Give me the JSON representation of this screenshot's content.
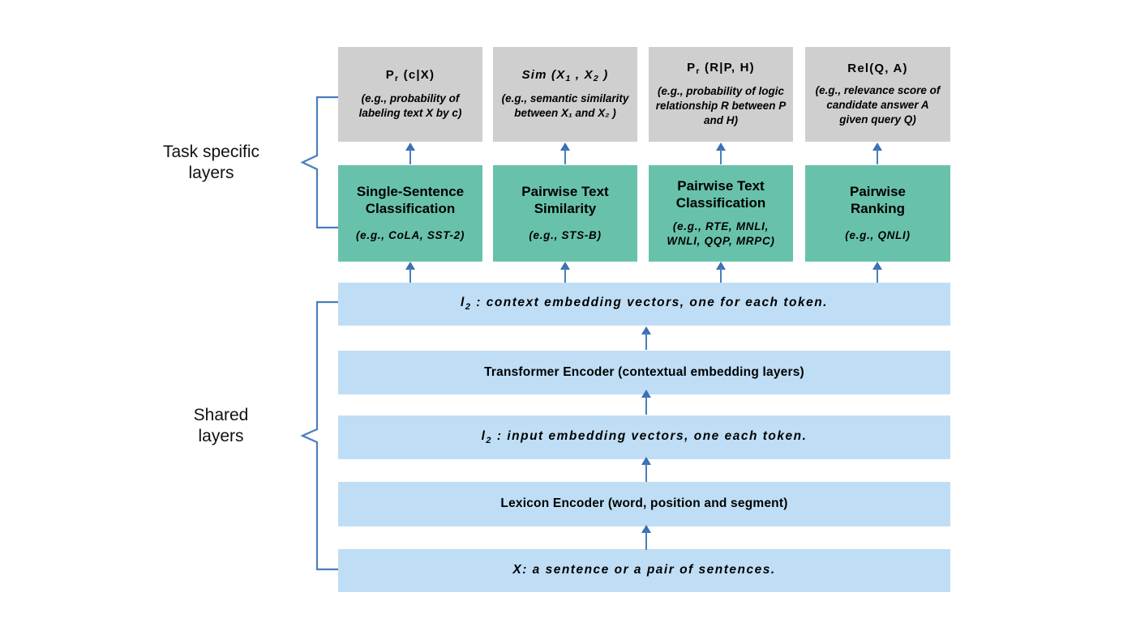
{
  "figure": {
    "title": "MT-DNN model architecture",
    "colors": {
      "output_box": "#cfcfcf",
      "task_box": "#68c2ab",
      "shared_box": "#bfdef5",
      "arrow": "#4a7ebb",
      "brace": "#4a7ebb",
      "text": "#000000"
    }
  },
  "side_labels": {
    "task_specific": "Task specific\nlayers",
    "shared": "Shared\nlayers"
  },
  "outputs": [
    {
      "name": "single-sentence-classification-output",
      "formula_main": "P",
      "formula_sub": "r",
      "formula_rest": " (c|X)",
      "description": "(e.g., probability of\nlabeling text X by c)"
    },
    {
      "name": "pairwise-text-similarity-output",
      "formula_main": "Sim (X",
      "formula_sub": "1",
      "formula_rest": " , X",
      "formula_sub2": "2",
      "formula_tail": " )",
      "description": "(e.g., semantic\nsimilarity between\nX₁ and X₂ )"
    },
    {
      "name": "pairwise-text-classification-output",
      "formula_main": "P",
      "formula_sub": "r",
      "formula_rest": " (R|P, H)",
      "description": "(e.g., probability of\nlogic relationship R\nbetween P and H)"
    },
    {
      "name": "pairwise-ranking-output",
      "formula_main": "Rel(Q, A)",
      "formula_sub": "",
      "formula_rest": "",
      "description": "(e.g., relevance score\nof candidate answer\nA given query Q)"
    }
  ],
  "tasks": [
    {
      "name": "single-sentence-classification",
      "title": "Single-Sentence\nClassification",
      "datasets": "(e.g., CoLA, SST-2)"
    },
    {
      "name": "pairwise-text-similarity",
      "title": "Pairwise Text\nSimilarity",
      "datasets": "(e.g., STS-B)"
    },
    {
      "name": "pairwise-text-classification",
      "title": "Pairwise Text\nClassification",
      "datasets": "(e.g., RTE, MNLI,\nWNLI, QQP, MRPC)"
    },
    {
      "name": "pairwise-ranking",
      "title": "Pairwise\nRanking",
      "datasets": "(e.g., QNLI)"
    }
  ],
  "shared_layers": [
    {
      "name": "context-embedding-layer",
      "symbol": "l",
      "symbol_sub": "2",
      "text": " :  context embedding vectors, one for each token.",
      "style": "italic"
    },
    {
      "name": "transformer-encoder-layer",
      "symbol": "",
      "symbol_sub": "",
      "text": "Transformer Encoder (contextual embedding layers)",
      "style": "plain"
    },
    {
      "name": "input-embedding-layer",
      "symbol": "l",
      "symbol_sub": "2",
      "text": " :  input embedding vectors, one each token.",
      "style": "italic"
    },
    {
      "name": "lexicon-encoder-layer",
      "symbol": "",
      "symbol_sub": "",
      "text": "Lexicon Encoder (word, position and segment)",
      "style": "plain"
    },
    {
      "name": "input-sentence-layer",
      "symbol": "X",
      "symbol_sub": "",
      "text": ": a sentence or a pair of sentences.",
      "style": "italic"
    }
  ]
}
